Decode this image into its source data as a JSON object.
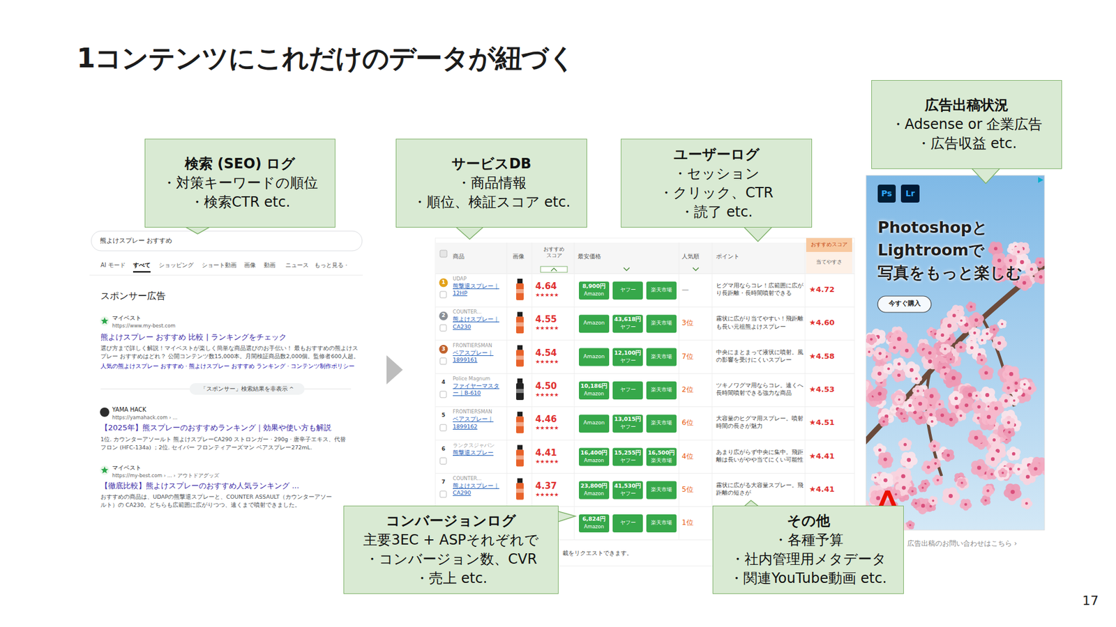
{
  "diagram": {
    "title": "1コンテンツにこれだけのデータが紐づく",
    "nodes": [
      {
        "text": [
          "検索 (SEO) ログ",
          "・対策キーワードの順位",
          "・検索CTR etc."
        ]
      },
      {
        "text": [
          "サービスDB",
          "・商品情報",
          "・順位、検証スコア etc."
        ]
      },
      {
        "text": [
          "ユーザーログ",
          "・セッション",
          "・クリック、CTR",
          "・読了 etc."
        ]
      },
      {
        "text": [
          "広告出稿状況",
          "・Adsense or 企業広告",
          "・広告収益 etc."
        ]
      },
      {
        "text": [
          "コンバージョンログ",
          "主要3EC + ASPそれぞれで",
          "・コンバージョン数、CVR",
          "・売上 etc."
        ]
      },
      {
        "text": [
          "その他",
          "・各種予算",
          "・社内管理用メタデータ",
          "・関連YouTube動画 etc."
        ]
      }
    ],
    "labels": [
      "17",
      "熊よけスプレー おすすめ",
      "AI モード",
      "すべて",
      "ショッピング",
      "ショート動画",
      "画像",
      "動画",
      "ニュース",
      "もっと見る ·",
      "スポンサー広告",
      "マイベスト",
      "https://www.my-best.com",
      "熊よけスプレー おすすめ 比較 | ランキングをチェック",
      "選び方まで詳しく解説！マイベストが楽しく簡単な商品選びのお手伝い！ 最もおすすめの熊よけスプレー おすすめはどれ？ 公開コンテンツ数15,000本。月間検証商品数2,000個。監修者600人超。",
      "人気の熊よけスプレー おすすめ · 熊よけスプレー おすすめ ランキング · コンテンツ制作ポリシー",
      "「スポンサー」検索結果を非表示 ^",
      "YAMA HACK",
      "https://yamahack.com › ...",
      "【2025年】熊スプレーのおすすめランキング｜効果や使い方も解説",
      "1位. カウンターアソールト 熊よけスプレーCA290 ストロンガー · 290g · 唐辛子エキス、代替フロン (HFC-134a) ；2位. セイバー フロンティアーズマン ベアスプレー272mL.",
      "マイベスト",
      "https://my-best.com › ... › アウトドアグッズ",
      "【徹底比較】熊よけスプレーのおすすめ人気ランキング ...",
      "おすすめの商品は、UDAPの熊撃退スプレーと、COUNTER ASSAULT（カウンターアソールト）の CA230。どちらも広範囲に広がりつつ、遠くまで噴射できました。",
      "商品",
      "画像",
      "おすすめ スコア",
      "最安価格",
      "人気順",
      "ポイント",
      "おすすめスコア",
      "当てやすさ",
      "1",
      "UDAP",
      "熊撃退スプレー｜12HP",
      "4.64",
      "★★★★★",
      "8,900円",
      "Amazon",
      "ヤフー",
      "楽天市場",
      "—",
      "ヒグマ用ならコレ！広範囲に広がり長距離・長時間噴射できる",
      "★4.72",
      "2",
      "COUNTER...",
      "熊よけスプレー｜CA230",
      "4.55",
      "★★★★★",
      "Amazon",
      "43,618円",
      "ヤフー",
      "楽天市場",
      "3位",
      "霧状に広がり当てやすい！飛距離も長い元祖熊よけスプレー",
      "★4.60",
      "3",
      "FRONTIERSMAN",
      "ベアスプレー｜1899161",
      "4.54",
      "★★★★★",
      "Amazon",
      "12,100円",
      "ヤフー",
      "楽天市場",
      "7位",
      "中央にまとまって液状に噴射。風の影響を受けにくいスプレー",
      "★4.58",
      "4",
      "Police Magnum",
      "ファイヤーマスター｜B-610",
      "4.50",
      "★★★★★",
      "10,186円",
      "Amazon",
      "ヤフー",
      "楽天市場",
      "2位",
      "ツキノワグマ用ならコレ。遠くへ長時間噴射できる強力な商品",
      "★4.53",
      "5",
      "FRONTIERSMAN",
      "ベアスプレー｜1899162",
      "4.46",
      "★★★★★",
      "Amazon",
      "13,015円",
      "ヤフー",
      "楽天市場",
      "6位",
      "大容量のヒグマ用スプレー。噴射時間の長さが魅力",
      "★4.51",
      "6",
      "ランクスジャパン",
      "熊撃退スプレー",
      "4.41",
      "★★★★★",
      "16,400円",
      "Amazon",
      "15,255円",
      "ヤフー",
      "16,500円",
      "楽天市場",
      "4位",
      "あまり広がらず中央に集中。飛距離は長いがやや当てにくい可能性",
      "★4.41",
      "7",
      "COUNTER...",
      "熊よけスプレー｜CA290",
      "4.37",
      "★★★★★",
      "23,800円",
      "Amazon",
      "41,530円",
      "ヤフー",
      "楽天市場",
      "5位",
      "霧状に広がる大容量スプレー。飛距離の短さが",
      "★4.41",
      "6,824円",
      "Amazon",
      "ヤフー",
      "楽天市場",
      "1位",
      "載をリクエストできます。",
      "Ps",
      "Lr",
      "Photoshopと Lightroomで 写真をもっと楽しむ",
      "今すぐ購入",
      "広告出稿のお問い合わせはこちら ›"
    ]
  }
}
